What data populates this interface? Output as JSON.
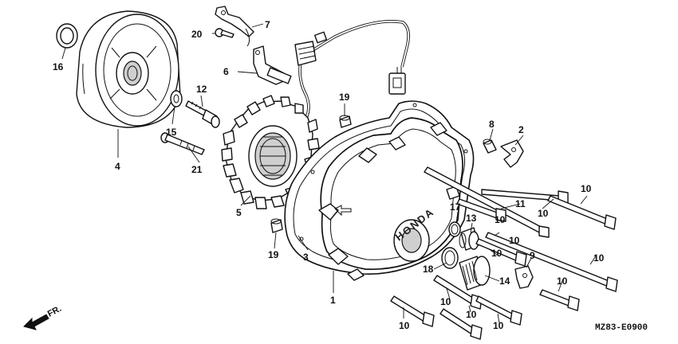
{
  "diagram": {
    "brand_mark": "HONDA",
    "direction_label": "FR.",
    "drawing_code": "MZ83-E0900",
    "callouts": {
      "c1": "1",
      "c2": "2",
      "c3": "3",
      "c4": "4",
      "c5": "5",
      "c6": "6",
      "c7": "7",
      "c8": "8",
      "c9": "9",
      "c10": "10",
      "c11": "11",
      "c12": "12",
      "c13": "13",
      "c14": "14",
      "c15": "15",
      "c16": "16",
      "c17": "17",
      "c18": "18",
      "c19": "19",
      "c20": "20",
      "c21": "21"
    }
  }
}
